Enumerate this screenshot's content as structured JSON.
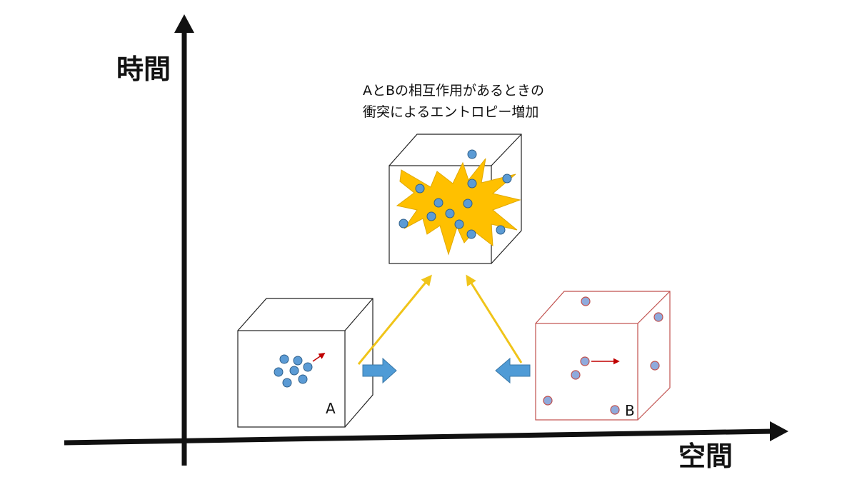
{
  "axes": {
    "time_label": "時間",
    "space_label": "空間"
  },
  "caption": {
    "line1": "AとBの相互作用があるときの",
    "line2": "衝突によるエントロピー増加"
  },
  "boxes": {
    "a_label": "A",
    "b_label": "B"
  },
  "colors": {
    "axis": "#111111",
    "particle_a": "#5b9bd5",
    "particle_b": "#8faadc",
    "particle_b_outline": "#c0504d",
    "box_b_outline": "#c0504d",
    "explosion": "#ffc000",
    "yellow_arrow": "#f0c419",
    "blue_arrow": "#4f9bd6",
    "velocity_arrow": "#c00000"
  }
}
